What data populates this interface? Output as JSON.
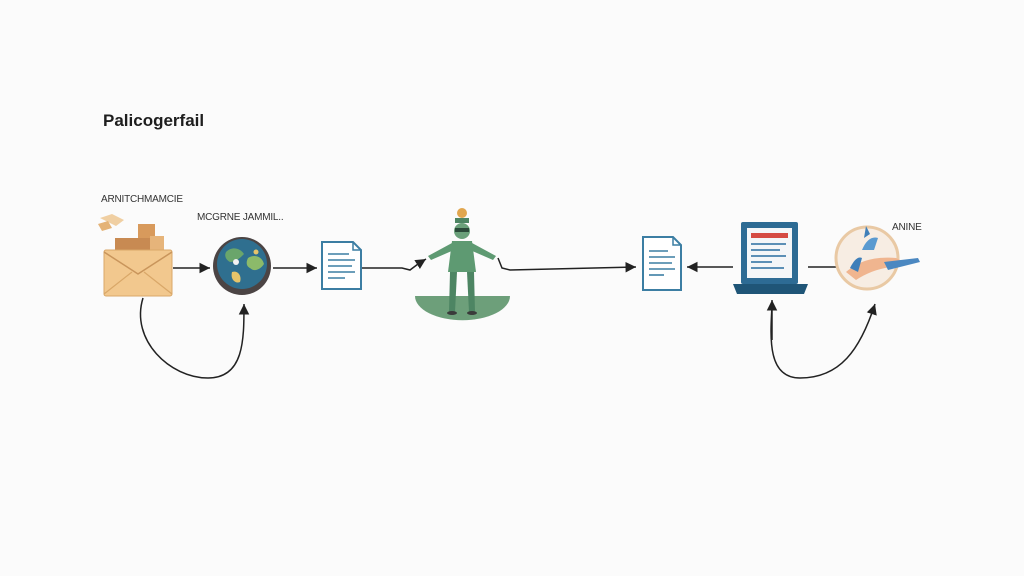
{
  "diagram": {
    "title": "Palicogerfail",
    "labels": {
      "package": "ARNITCHMAMCIE",
      "globe": "MCGRNE JAMMIL..",
      "target": "ANINE"
    },
    "nodes": [
      {
        "id": "package",
        "icon": "open-box-envelope-icon"
      },
      {
        "id": "globe",
        "icon": "globe-lens-icon"
      },
      {
        "id": "doc1",
        "icon": "document-icon"
      },
      {
        "id": "person",
        "icon": "person-figure-icon"
      },
      {
        "id": "doc2",
        "icon": "document-icon"
      },
      {
        "id": "laptop",
        "icon": "laptop-icon"
      },
      {
        "id": "plane",
        "icon": "airplane-circle-icon"
      }
    ],
    "colors": {
      "box": "#e8b97e",
      "document": "#3c7ea3",
      "person": "#5e9a72",
      "laptop": "#2d6b94",
      "arrow": "#222222"
    }
  }
}
